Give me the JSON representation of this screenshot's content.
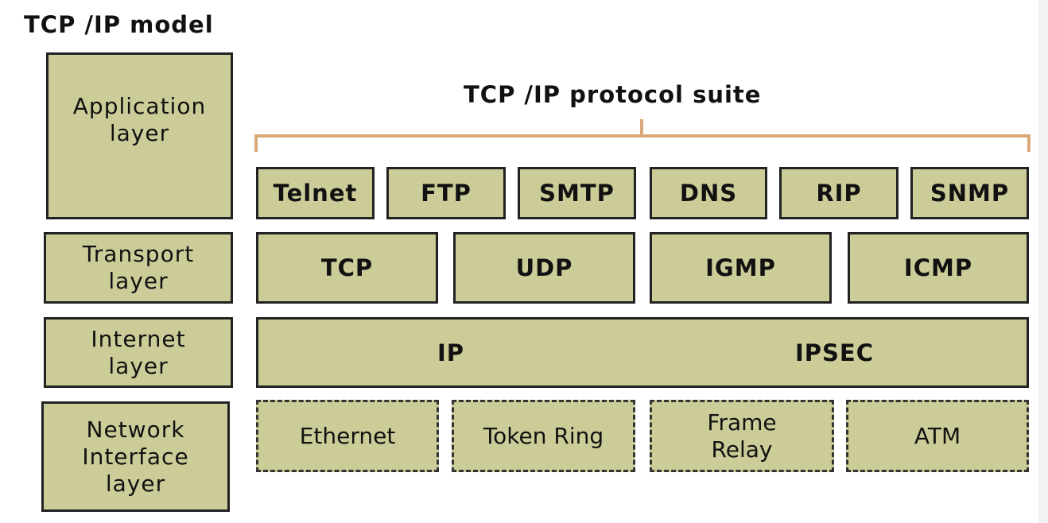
{
  "model_title": "TCP /IP model",
  "suite_title": "TCP /IP protocol suite",
  "layers": {
    "application": "Application\nlayer",
    "transport": "Transport\nlayer",
    "internet": "Internet\nlayer",
    "network_interface": "Network\nInterface\nlayer"
  },
  "application_protocols": [
    "Telnet",
    "FTP",
    "SMTP",
    "DNS",
    "RIP",
    "SNMP"
  ],
  "transport_protocols": [
    "TCP",
    "UDP",
    "IGMP",
    "ICMP"
  ],
  "internet_protocols": [
    "IP",
    "IPSEC"
  ],
  "network_protocols": [
    "Ethernet",
    "Token Ring",
    "Frame\nRelay",
    "ATM"
  ],
  "colors": {
    "fill": "#cccc99",
    "bracket": "#d9a878",
    "border": "#222222"
  }
}
